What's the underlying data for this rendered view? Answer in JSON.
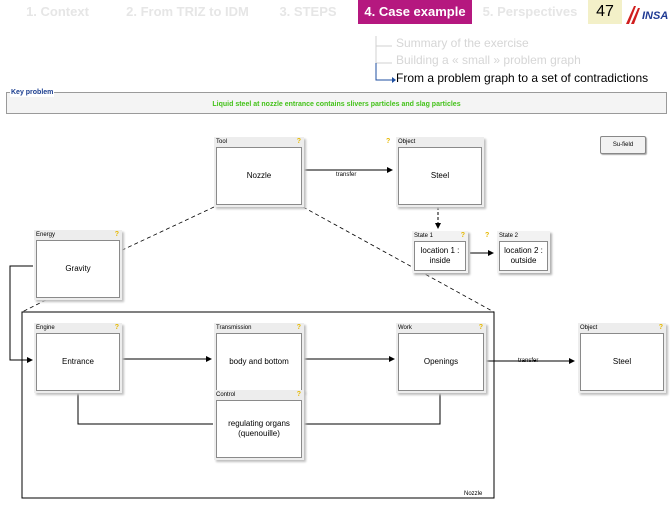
{
  "tabs": [
    {
      "label": "1. Context",
      "active": false
    },
    {
      "label": "2. From TRIZ to IDM",
      "active": false
    },
    {
      "label": "3. STEPS",
      "active": false
    },
    {
      "label": "4. Case example",
      "active": true
    },
    {
      "label": "5. Perspectives",
      "active": false
    }
  ],
  "page_number": "47",
  "logo_text": "INSA",
  "subnav": [
    {
      "label": "Summary of the exercise",
      "current": false
    },
    {
      "label": "Building a « small » problem graph",
      "current": false
    },
    {
      "label": "From a problem graph to a set of contradictions",
      "current": true
    }
  ],
  "key_problem": {
    "label": "Key problem",
    "text": "Liquid steel at nozzle entrance contains slivers particles and slag particles"
  },
  "sufield_button": "Su-field",
  "nodes": {
    "tool": {
      "type": "Tool",
      "text": "Nozzle"
    },
    "object_top": {
      "type": "Object",
      "text": "Steel"
    },
    "state1": {
      "type": "State 1",
      "text": "location 1 : inside"
    },
    "state2": {
      "type": "State 2",
      "text": "location 2 : outside"
    },
    "energy": {
      "type": "Energy",
      "text": "Gravity"
    },
    "engine": {
      "type": "Engine",
      "text": "Entrance"
    },
    "transmission": {
      "type": "Transmission",
      "text": "body and bottom"
    },
    "work": {
      "type": "Work",
      "text": "Openings"
    },
    "object_right": {
      "type": "Object",
      "text": "Steel"
    },
    "control": {
      "type": "Control",
      "text": "regulating organs (quenouille)"
    }
  },
  "question_mark": "?",
  "transfer_label": "transfer",
  "nozzle_label": "Nozzle",
  "colors": {
    "active_tab": "#b5187f",
    "key_text": "#44c21a",
    "key_label": "#1a3d8f",
    "question": "#e6b800"
  }
}
